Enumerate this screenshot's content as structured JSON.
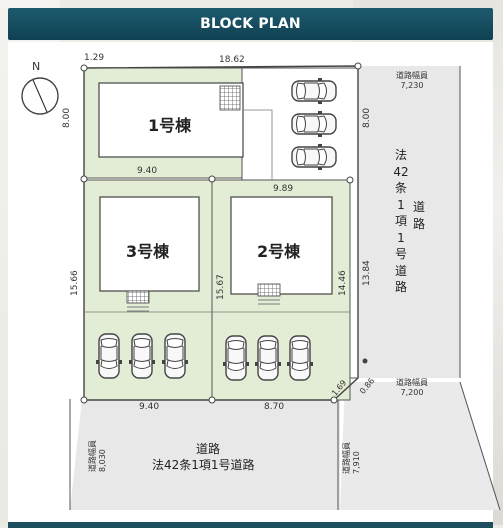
{
  "header": {
    "title": "BLOCK PLAN"
  },
  "compass": {
    "label": "N"
  },
  "buildings": {
    "b1": "1号棟",
    "b2": "2号棟",
    "b3": "3号棟"
  },
  "dimensions": {
    "top_small": "1.29",
    "top_length": "18.62",
    "lot1_left": "8.00",
    "lot1_right": "8.00",
    "lot1_bottom": "9.40",
    "lot2_top": "9.89",
    "lot2_left": "15.67",
    "lot2_right": "14.46",
    "east_side": "13.84",
    "lot3_left": "15.66",
    "bottom_left": "9.40",
    "bottom_mid": "8.70",
    "corner_a": "1.69",
    "corner_b": "0.86"
  },
  "road_east": {
    "width_label_top": "道路幅員",
    "width_value_top": "7,230",
    "name_col1": [
      "法",
      "42",
      "条",
      "1",
      "項",
      "1",
      "号",
      "道",
      "路"
    ],
    "name_col2": [
      "道",
      "路"
    ],
    "width_label_bottom": "道路幅員",
    "width_value_bottom": "7,200"
  },
  "road_south": {
    "title": "道路",
    "name": "法42条1項1号道路",
    "width_left_label": "道路幅員",
    "width_left_value": "8,030",
    "width_right_label": "道路幅員",
    "width_right_value": "7,910"
  }
}
